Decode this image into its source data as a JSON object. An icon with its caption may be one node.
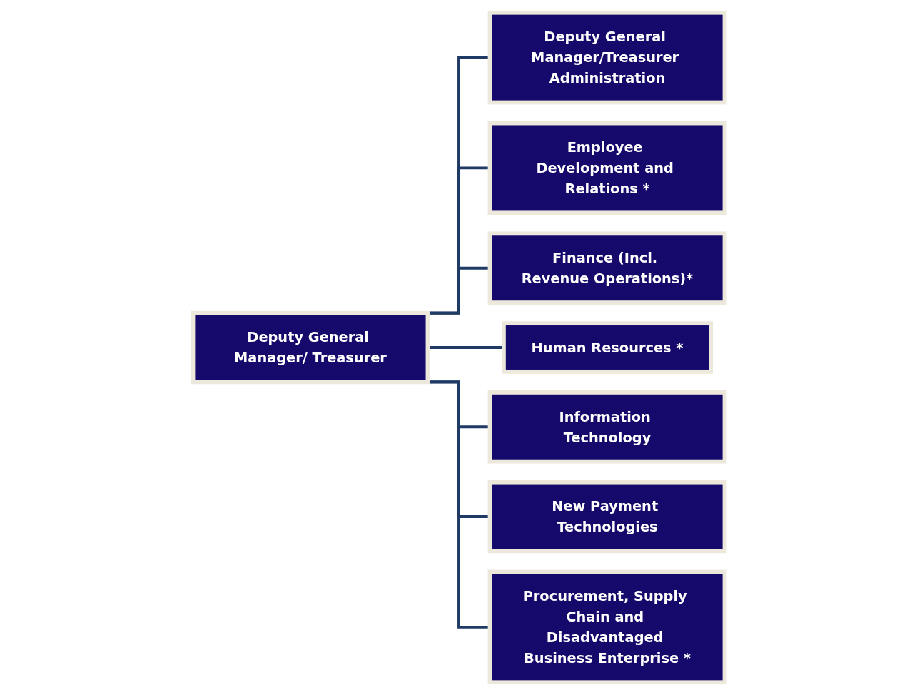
{
  "diagram": {
    "nodes": [
      {
        "text": [
          "Deputy General Manager/ Treasurer"
        ]
      },
      {
        "text": [
          "Deputy General Manager/Treasurer Administration"
        ]
      },
      {
        "text": [
          "Employee Development and Relations *"
        ]
      },
      {
        "text": [
          "Finance (Incl. Revenue Operations)*"
        ]
      },
      {
        "text": [
          "Human Resources *"
        ]
      },
      {
        "text": [
          "Information Technology"
        ]
      },
      {
        "text": [
          "New Payment Technologies"
        ]
      },
      {
        "text": [
          "Procurement, Supply Chain and Disadvantaged Business Enterprise *"
        ]
      }
    ],
    "edges": [
      {
        "from": 0,
        "to": 1,
        "arrow": "none"
      },
      {
        "from": 0,
        "to": 2,
        "arrow": "none"
      },
      {
        "from": 0,
        "to": 3,
        "arrow": "none"
      },
      {
        "from": 0,
        "to": 4,
        "arrow": "none"
      },
      {
        "from": 0,
        "to": 5,
        "arrow": "none"
      },
      {
        "from": 0,
        "to": 6,
        "arrow": "none"
      },
      {
        "from": 0,
        "to": 7,
        "arrow": "none"
      }
    ]
  }
}
